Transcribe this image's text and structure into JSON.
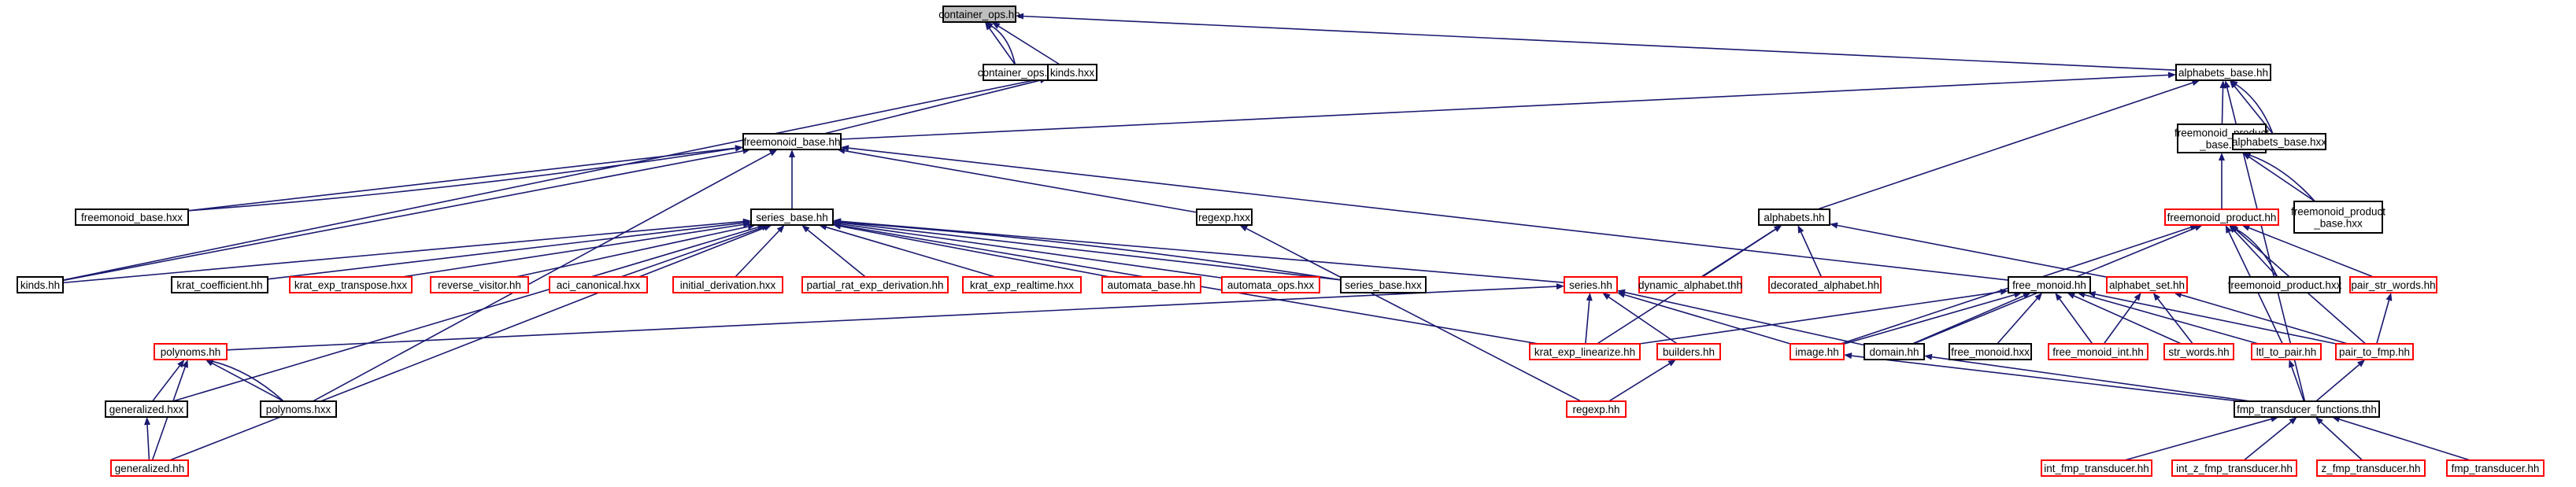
{
  "diagram": {
    "type": "include-dependency-graph",
    "nodes": [
      {
        "id": "container_ops_hh",
        "label": [
          "container_ops.hh"
        ],
        "style": "root"
      },
      {
        "id": "container_ops_hxx",
        "label": [
          "container_ops.hxx"
        ],
        "style": "black"
      },
      {
        "id": "kinds_hxx",
        "label": [
          "kinds.hxx"
        ],
        "style": "black"
      },
      {
        "id": "alphabets_base_hh",
        "label": [
          "alphabets_base.hh"
        ],
        "style": "black"
      },
      {
        "id": "freemonoid_base_hh",
        "label": [
          "freemonoid_base.hh"
        ],
        "style": "black"
      },
      {
        "id": "freemonoid_product_base_hh",
        "label": [
          "freemonoid_product",
          "_base.hh"
        ],
        "style": "black"
      },
      {
        "id": "alphabets_base_hxx",
        "label": [
          "alphabets_base.hxx"
        ],
        "style": "black"
      },
      {
        "id": "freemonoid_base_hxx",
        "label": [
          "freemonoid_base.hxx"
        ],
        "style": "black"
      },
      {
        "id": "series_base_hh",
        "label": [
          "series_base.hh"
        ],
        "style": "black"
      },
      {
        "id": "regexp_hxx",
        "label": [
          "regexp.hxx"
        ],
        "style": "black"
      },
      {
        "id": "alphabets_hh",
        "label": [
          "alphabets.hh"
        ],
        "style": "black"
      },
      {
        "id": "freemonoid_product_hh",
        "label": [
          "freemonoid_product.hh"
        ],
        "style": "red"
      },
      {
        "id": "freemonoid_product_base_hxx",
        "label": [
          "freemonoid_product",
          "_base.hxx"
        ],
        "style": "black"
      },
      {
        "id": "kinds_hh",
        "label": [
          "kinds.hh"
        ],
        "style": "black"
      },
      {
        "id": "krat_coefficient_hh",
        "label": [
          "krat_coefficient.hh"
        ],
        "style": "black"
      },
      {
        "id": "krat_exp_transpose_hxx",
        "label": [
          "krat_exp_transpose.hxx"
        ],
        "style": "red"
      },
      {
        "id": "reverse_visitor_hh",
        "label": [
          "reverse_visitor.hh"
        ],
        "style": "red"
      },
      {
        "id": "aci_canonical_hxx",
        "label": [
          "aci_canonical.hxx"
        ],
        "style": "red"
      },
      {
        "id": "initial_derivation_hxx",
        "label": [
          "initial_derivation.hxx"
        ],
        "style": "red"
      },
      {
        "id": "partial_rat_exp_derivation_hh",
        "label": [
          "partial_rat_exp_derivation.hh"
        ],
        "style": "red"
      },
      {
        "id": "krat_exp_realtime_hxx",
        "label": [
          "krat_exp_realtime.hxx"
        ],
        "style": "red"
      },
      {
        "id": "automata_base_hh",
        "label": [
          "automata_base.hh"
        ],
        "style": "red"
      },
      {
        "id": "automata_ops_hxx",
        "label": [
          "automata_ops.hxx"
        ],
        "style": "red"
      },
      {
        "id": "series_base_hxx",
        "label": [
          "series_base.hxx"
        ],
        "style": "black"
      },
      {
        "id": "dynamic_alphabet_thh",
        "label": [
          "dynamic_alphabet.thh"
        ],
        "style": "red"
      },
      {
        "id": "decorated_alphabet_hh",
        "label": [
          "decorated_alphabet.hh"
        ],
        "style": "red"
      },
      {
        "id": "freemonoid_product_hxx",
        "label": [
          "freemonoid_product.hxx"
        ],
        "style": "black"
      },
      {
        "id": "pair_str_words_hh",
        "label": [
          "pair_str_words.hh"
        ],
        "style": "red"
      },
      {
        "id": "series_hh",
        "label": [
          "series.hh"
        ],
        "style": "red"
      },
      {
        "id": "free_monoid_hh",
        "label": [
          "free_monoid.hh"
        ],
        "style": "black"
      },
      {
        "id": "alphabet_set_hh",
        "label": [
          "alphabet_set.hh"
        ],
        "style": "red"
      },
      {
        "id": "polynoms_hh",
        "label": [
          "polynoms.hh"
        ],
        "style": "red"
      },
      {
        "id": "krat_exp_linearize_hh",
        "label": [
          "krat_exp_linearize.hh"
        ],
        "style": "red"
      },
      {
        "id": "builders_hh",
        "label": [
          "builders.hh"
        ],
        "style": "red"
      },
      {
        "id": "image_hh",
        "label": [
          "image.hh"
        ],
        "style": "red"
      },
      {
        "id": "domain_hh",
        "label": [
          "domain.hh"
        ],
        "style": "black"
      },
      {
        "id": "free_monoid_hxx",
        "label": [
          "free_monoid.hxx"
        ],
        "style": "black"
      },
      {
        "id": "free_monoid_int_hh",
        "label": [
          "free_monoid_int.hh"
        ],
        "style": "red"
      },
      {
        "id": "str_words_hh",
        "label": [
          "str_words.hh"
        ],
        "style": "red"
      },
      {
        "id": "ltl_to_pair_hh",
        "label": [
          "ltl_to_pair.hh"
        ],
        "style": "red"
      },
      {
        "id": "pair_to_fmp_hh",
        "label": [
          "pair_to_fmp.hh"
        ],
        "style": "red"
      },
      {
        "id": "generalized_hxx",
        "label": [
          "generalized.hxx"
        ],
        "style": "black"
      },
      {
        "id": "polynoms_hxx",
        "label": [
          "polynoms.hxx"
        ],
        "style": "black"
      },
      {
        "id": "regexp_hh",
        "label": [
          "regexp.hh"
        ],
        "style": "red"
      },
      {
        "id": "fmp_transducer_functions_thh",
        "label": [
          "fmp_transducer_functions.thh"
        ],
        "style": "black"
      },
      {
        "id": "generalized_hh",
        "label": [
          "generalized.hh"
        ],
        "style": "red"
      },
      {
        "id": "int_fmp_transducer_hh",
        "label": [
          "int_fmp_transducer.hh"
        ],
        "style": "red"
      },
      {
        "id": "int_z_fmp_transducer_hh",
        "label": [
          "int_z_fmp_transducer.hh"
        ],
        "style": "red"
      },
      {
        "id": "z_fmp_transducer_hh",
        "label": [
          "z_fmp_transducer.hh"
        ],
        "style": "red"
      },
      {
        "id": "fmp_transducer_hh",
        "label": [
          "fmp_transducer.hh"
        ],
        "style": "red"
      }
    ]
  }
}
